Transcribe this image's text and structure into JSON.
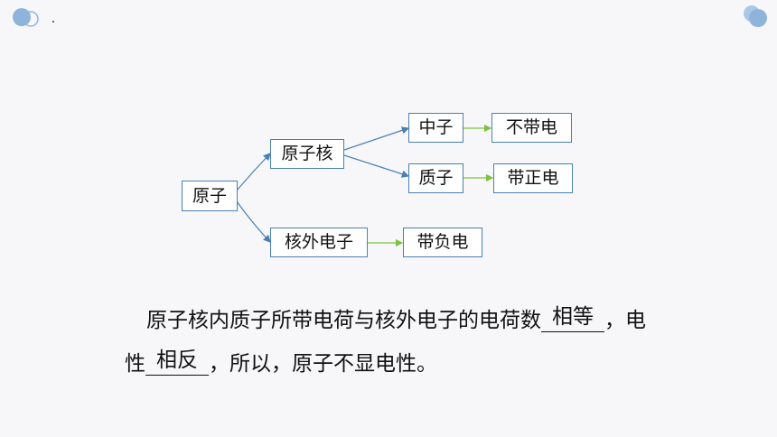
{
  "diagram": {
    "nodes": {
      "atom": "原子",
      "nucleus": "原子核",
      "neutron": "中子",
      "neutron_charge": "不带电",
      "proton": "质子",
      "proton_charge": "带正电",
      "electron": "核外电子",
      "electron_charge": "带负电"
    }
  },
  "text": {
    "line1_prefix": "原子核内质子所带电荷与核外电子的电荷数",
    "answer1": "相等",
    "line1_suffix": "，电",
    "line2_prefix": "性",
    "answer2": "相反",
    "line2_suffix": "，所以，原子不显电性。"
  },
  "colors": {
    "box_border": "#4a7fb3",
    "arrow_blue": "#4a7fb3",
    "arrow_green": "#7cc242",
    "deco_blue": "#8fb4dc"
  }
}
